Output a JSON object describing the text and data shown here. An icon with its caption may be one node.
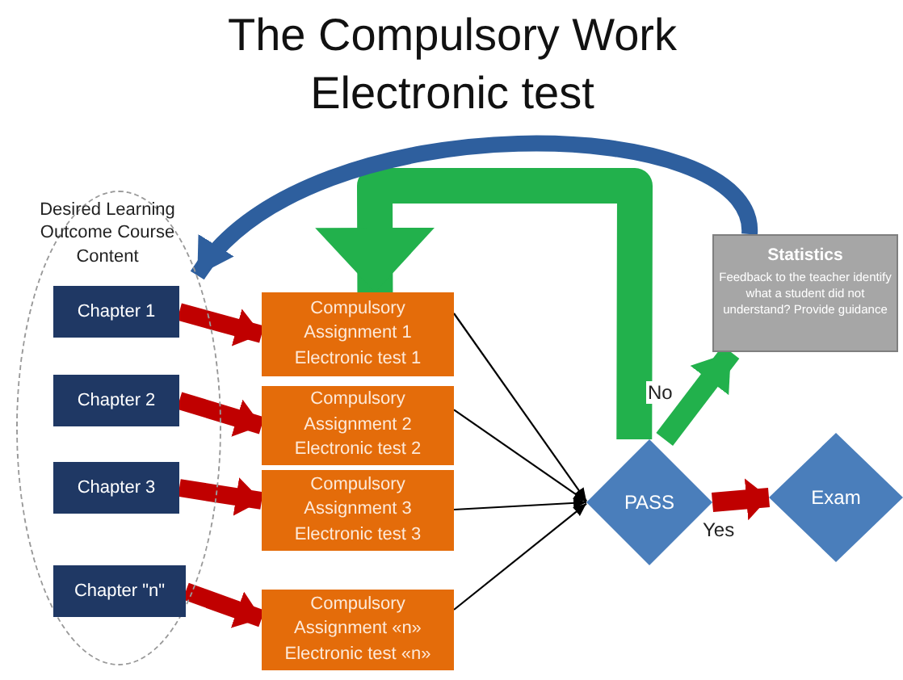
{
  "diagram": {
    "title": "The Compulsory Work Electronic test",
    "nodes": [
      {
        "text": [
          "Desired Learning Outcome Course Content"
        ]
      },
      {
        "text": [
          "Chapter 1"
        ],
        "in": 0
      },
      {
        "text": [
          "Chapter 2"
        ],
        "in": 0
      },
      {
        "text": [
          "Chapter 3"
        ],
        "in": 0
      },
      {
        "text": [
          "Chapter \"n\""
        ],
        "in": 0
      },
      {
        "text": [
          "Compulsory Assignment 1 Electronic test 1"
        ]
      },
      {
        "text": [
          "Compulsory Assignment 2 Electronic test 2"
        ]
      },
      {
        "text": [
          "Compulsory Assignment 3 Electronic test 3"
        ]
      },
      {
        "text": [
          "Compulsory Assignment «n» Electronic test «n»"
        ]
      },
      {
        "text": [
          "PASS"
        ]
      },
      {
        "text": [
          "Exam"
        ]
      },
      {
        "text": [
          "Statistics",
          "Feedback to the teacher identify what a student did not understand? Provide guidance"
        ]
      }
    ],
    "edges": [
      {
        "from": 1,
        "to": 5,
        "arrow": "to",
        "color": "#c00000"
      },
      {
        "from": 2,
        "to": 6,
        "arrow": "to",
        "color": "#c00000"
      },
      {
        "from": 3,
        "to": 7,
        "arrow": "to",
        "color": "#c00000"
      },
      {
        "from": 4,
        "to": 8,
        "arrow": "to",
        "color": "#c00000"
      },
      {
        "from": 5,
        "to": 9,
        "arrow": "to",
        "color": "#000000"
      },
      {
        "from": 6,
        "to": 9,
        "arrow": "to",
        "color": "#000000"
      },
      {
        "from": 7,
        "to": 9,
        "arrow": "to",
        "color": "#000000"
      },
      {
        "from": 8,
        "to": 9,
        "arrow": "to",
        "color": "#000000"
      },
      {
        "from": 9,
        "to": 11,
        "arrow": "to",
        "label": "No",
        "color": "#22b14c"
      },
      {
        "from": 9,
        "to": 10,
        "arrow": "to",
        "label": "Yes",
        "color": "#c00000"
      },
      {
        "from": 9,
        "to": 5,
        "arrow": "to",
        "style": "thick",
        "color": "#22b14c"
      },
      {
        "from": 11,
        "to": 0,
        "arrow": "to",
        "color": "#2e5f9e"
      }
    ]
  }
}
